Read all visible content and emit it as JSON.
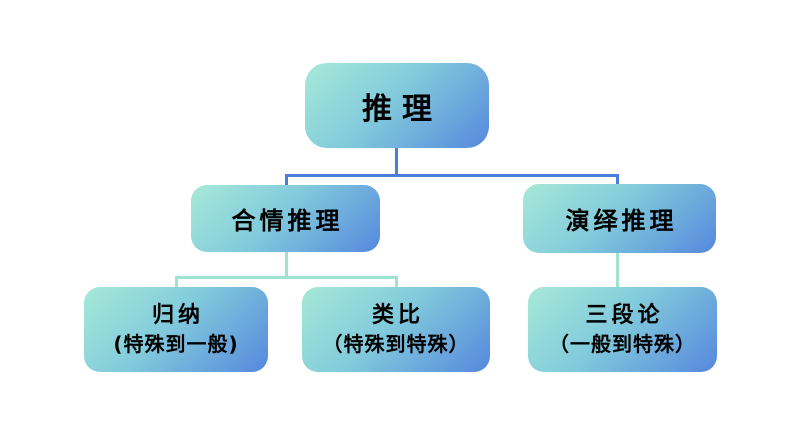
{
  "colors": {
    "background": "#ffffff",
    "box_gradient_start": "#a7e9d7",
    "box_gradient_mid": "#82cbdc",
    "box_gradient_end": "#5688dd",
    "connector_blue": "#4b7fd6",
    "connector_teal": "#9fe2d0",
    "text": "#000000"
  },
  "diagram": {
    "root": {
      "label": "推理"
    },
    "level2": {
      "plausible": {
        "label": "合情推理"
      },
      "deductive": {
        "label": "演绎推理"
      }
    },
    "level3": {
      "induction": {
        "label": "归纳",
        "note": "(特殊到一般)"
      },
      "analogy": {
        "label": "类比",
        "note": "（特殊到特殊）"
      },
      "syllogism": {
        "label": "三段论",
        "note": "（一般到特殊）"
      }
    }
  }
}
